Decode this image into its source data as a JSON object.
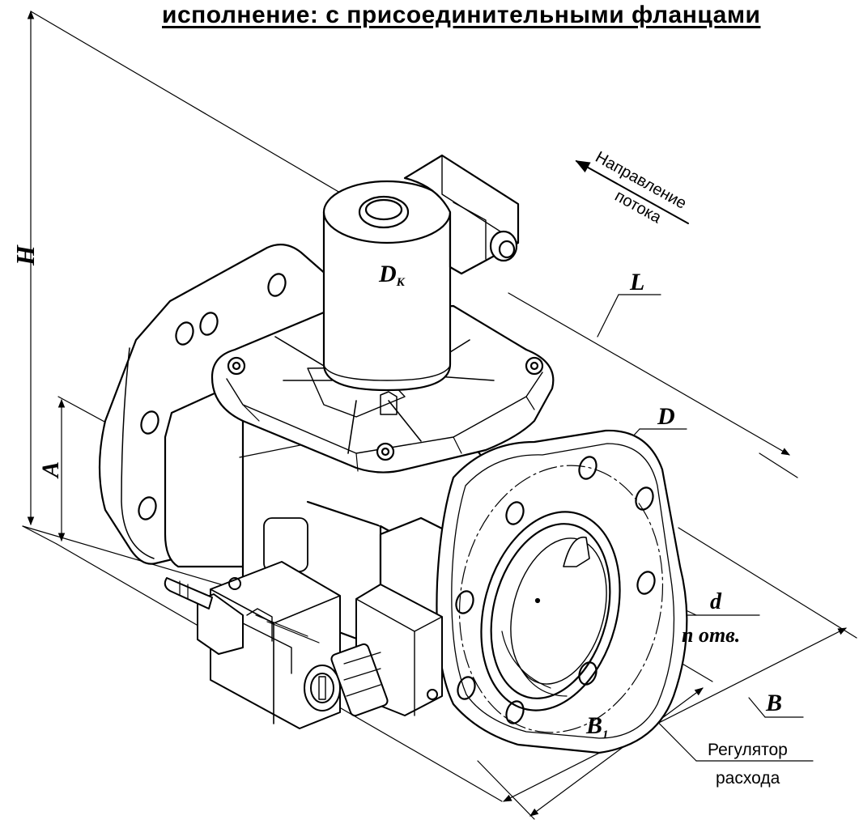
{
  "title": "исполнение: с присоединительными фланцами",
  "dimensions": {
    "H": "H",
    "A": "A",
    "Dk_main": "D",
    "Dk_sub": "К",
    "L": "L",
    "D": "D",
    "d": "d",
    "n_holes": "n отв.",
    "B": "B",
    "B1_main": "B",
    "B1_sub": "1"
  },
  "flow_direction": {
    "line1": "Направление",
    "line2": "потока"
  },
  "flow_regulator": {
    "line1": "Регулятор",
    "line2": "расхода"
  }
}
